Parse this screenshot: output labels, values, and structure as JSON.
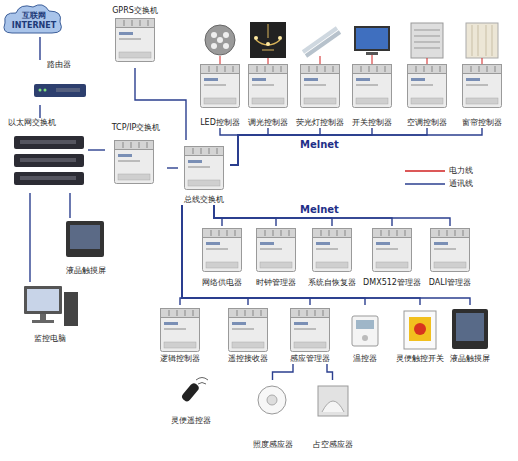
{
  "diagram": {
    "nodes": [
      {
        "text": [
          "互联网 INTERNET"
        ]
      },
      {
        "text": [
          "路由器"
        ]
      },
      {
        "text": [
          "GPRS交换机"
        ]
      },
      {
        "text": [
          "以太网交换机"
        ]
      },
      {
        "text": [
          "TCP/IP交换机"
        ]
      },
      {
        "text": [
          "总线交换机"
        ]
      },
      {
        "text": [
          "液晶触摸屏"
        ]
      },
      {
        "text": [
          "监控电脑"
        ]
      },
      {
        "text": [
          "LED控制器"
        ]
      },
      {
        "text": [
          "调光控制器"
        ]
      },
      {
        "text": [
          "荧光灯控制器"
        ]
      },
      {
        "text": [
          "开关控制器"
        ]
      },
      {
        "text": [
          "空调控制器"
        ]
      },
      {
        "text": [
          "窗帘控制器"
        ]
      },
      {
        "text": [
          "网络供电器"
        ]
      },
      {
        "text": [
          "时钟管理器"
        ]
      },
      {
        "text": [
          "系统自恢复器"
        ]
      },
      {
        "text": [
          "DMX512管理器"
        ]
      },
      {
        "text": [
          "DALI管理器"
        ]
      },
      {
        "text": [
          "逻辑控制器"
        ]
      },
      {
        "text": [
          "遥控接收器"
        ]
      },
      {
        "text": [
          "感应管理器"
        ]
      },
      {
        "text": [
          "温控器"
        ]
      },
      {
        "text": [
          "灵便触控开关"
        ]
      },
      {
        "text": [
          "液晶触摸屏"
        ]
      },
      {
        "text": [
          "灵便遥控器"
        ]
      },
      {
        "text": [
          "照度感应器"
        ]
      },
      {
        "text": [
          "占空感应器"
        ]
      }
    ],
    "edges": [
      {
        "from": 0,
        "to": 1,
        "arrow": "none"
      },
      {
        "from": 1,
        "to": 3,
        "arrow": "none"
      },
      {
        "from": 3,
        "to": 4,
        "arrow": "none"
      },
      {
        "from": 3,
        "to": 6,
        "arrow": "none"
      },
      {
        "from": 3,
        "to": 7,
        "arrow": "none"
      },
      {
        "from": 2,
        "to": 5,
        "arrow": "none"
      },
      {
        "from": 4,
        "to": 5,
        "arrow": "none"
      },
      {
        "from": 5,
        "to": 8,
        "arrow": "none"
      },
      {
        "from": 5,
        "to": 9,
        "arrow": "none"
      },
      {
        "from": 5,
        "to": 10,
        "arrow": "none"
      },
      {
        "from": 5,
        "to": 11,
        "arrow": "none"
      },
      {
        "from": 5,
        "to": 12,
        "arrow": "none"
      },
      {
        "from": 5,
        "to": 13,
        "arrow": "none"
      },
      {
        "from": 5,
        "to": 14,
        "arrow": "none"
      },
      {
        "from": 5,
        "to": 15,
        "arrow": "none"
      },
      {
        "from": 5,
        "to": 16,
        "arrow": "none"
      },
      {
        "from": 5,
        "to": 17,
        "arrow": "none"
      },
      {
        "from": 5,
        "to": 18,
        "arrow": "none"
      },
      {
        "from": 5,
        "to": 19,
        "arrow": "none"
      },
      {
        "from": 5,
        "to": 20,
        "arrow": "none"
      },
      {
        "from": 5,
        "to": 21,
        "arrow": "none"
      },
      {
        "from": 5,
        "to": 22,
        "arrow": "none"
      },
      {
        "from": 5,
        "to": 23,
        "arrow": "none"
      },
      {
        "from": 5,
        "to": 24,
        "arrow": "none"
      },
      {
        "from": 21,
        "to": 26,
        "arrow": "none"
      },
      {
        "from": 21,
        "to": 27,
        "arrow": "none"
      }
    ],
    "labels": [
      "Melnet",
      "Melnet"
    ],
    "legend": [
      {
        "text": "电力线"
      },
      {
        "text": "通讯线"
      }
    ]
  }
}
